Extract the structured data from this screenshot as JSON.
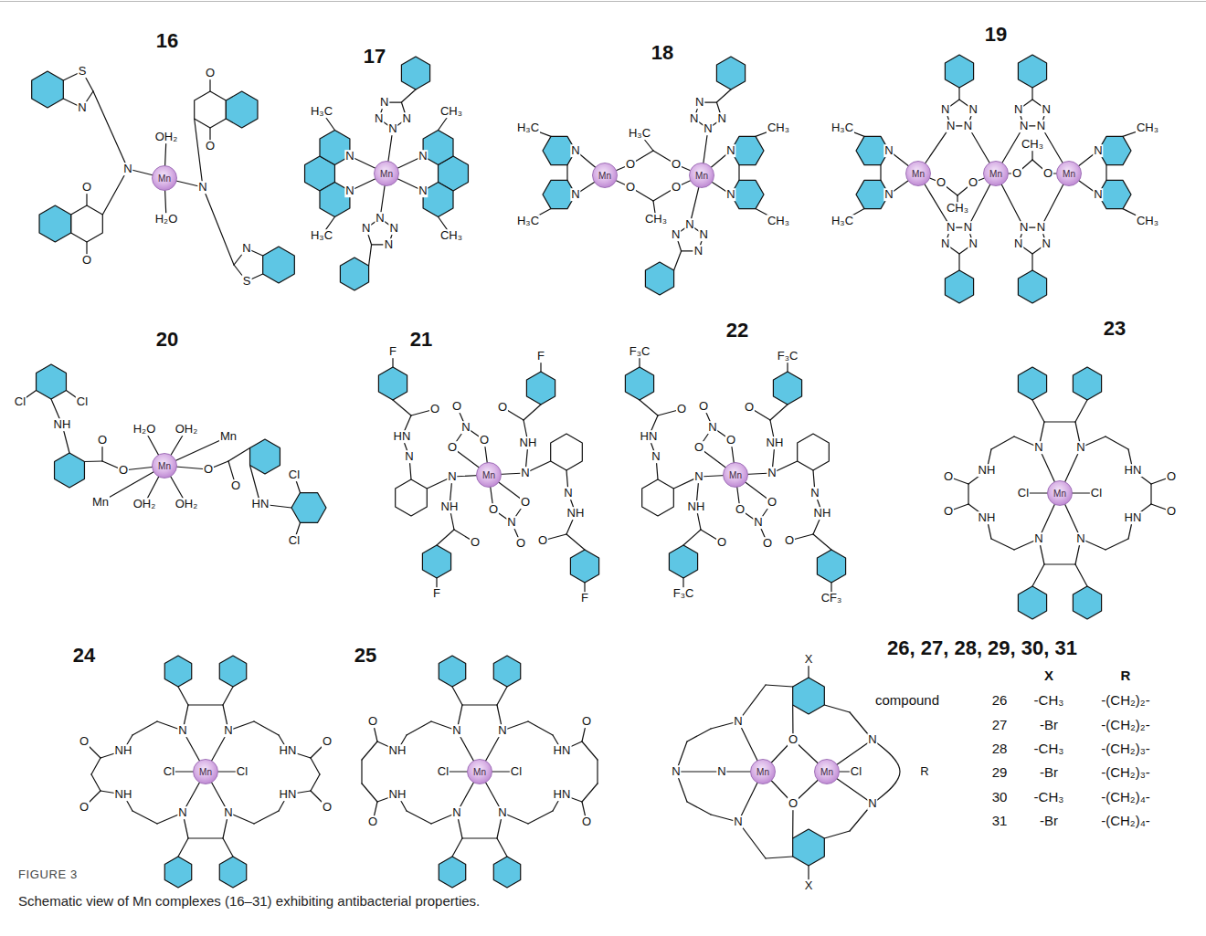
{
  "diagram": {
    "caption": "Schematic view of Mn complexes (16–31) exhibiting antibacterial properties.",
    "nodes": [
      {
        "text": [
          "Mn"
        ]
      },
      {
        "text": [
          "Mn"
        ]
      },
      {
        "text": [
          "Mn"
        ]
      },
      {
        "text": [
          "Mn"
        ]
      },
      {
        "text": [
          "Mn"
        ]
      },
      {
        "text": [
          "Mn"
        ]
      },
      {
        "text": [
          "Mn"
        ]
      },
      {
        "text": [
          "Mn"
        ]
      },
      {
        "text": [
          "Mn"
        ]
      },
      {
        "text": [
          "Mn"
        ]
      },
      {
        "text": [
          "Mn"
        ]
      },
      {
        "text": [
          "Mn"
        ]
      },
      {
        "text": [
          "Mn"
        ]
      },
      {
        "text": [
          "Mn"
        ]
      },
      {
        "text": [
          "Mn"
        ]
      }
    ],
    "labels": [
      "16",
      "S",
      "N",
      "N",
      "OH₂",
      "O",
      "O",
      "N",
      "H₂O",
      "O",
      "O",
      "N",
      "S",
      "17",
      "H₃C",
      "N",
      "N",
      "H₃C",
      "N",
      "N",
      "CH₃",
      "CH₃",
      "N",
      "N",
      "N",
      "N",
      "N",
      "N",
      "N",
      "N",
      "18",
      "H₃C",
      "N",
      "N",
      "H₃C",
      "H₃C",
      "O",
      "O",
      "O",
      "O",
      "CH₃",
      "N",
      "N",
      "N",
      "N",
      "N",
      "N",
      "N",
      "N",
      "N",
      "N",
      "CH₃",
      "CH₃",
      "19",
      "H₃C",
      "N",
      "N",
      "H₃C",
      "N",
      "N",
      "N",
      "N",
      "N",
      "N",
      "N",
      "N",
      "N",
      "N",
      "N",
      "N",
      "N",
      "N",
      "N",
      "N",
      "O",
      "O",
      "CH₃",
      "O",
      "O",
      "CH₃",
      "N",
      "N",
      "CH₃",
      "CH₃",
      "20",
      "Cl",
      "Cl",
      "NH",
      "O",
      "O",
      "H₂O",
      "OH₂",
      "OH₂",
      "OH₂",
      "Mn",
      "Mn",
      "O",
      "O",
      "HN",
      "Cl",
      "Cl",
      "21",
      "F",
      "O",
      "HN",
      "N",
      "N",
      "NH",
      "O",
      "F",
      "O",
      "N",
      "O",
      "O",
      "F",
      "O",
      "NH",
      "N",
      "N",
      "NH",
      "O",
      "F",
      "O",
      "N",
      "O",
      "O",
      "22",
      "F₃C",
      "O",
      "HN",
      "N",
      "N",
      "NH",
      "O",
      "F₃C",
      "O",
      "N",
      "O",
      "O",
      "CF₃",
      "O",
      "NH",
      "N",
      "N",
      "NH",
      "O",
      "F₃C",
      "O",
      "N",
      "O",
      "O",
      "23",
      "N",
      "N",
      "Cl",
      "Cl",
      "N",
      "N",
      "NH",
      "O",
      "O",
      "NH",
      "HN",
      "O",
      "O",
      "HN",
      "24",
      "N",
      "N",
      "Cl",
      "Cl",
      "N",
      "N",
      "NH",
      "O",
      "O",
      "NH",
      "HN",
      "O",
      "O",
      "HN",
      "25",
      "N",
      "N",
      "Cl",
      "Cl",
      "N",
      "N",
      "NH",
      "O",
      "O",
      "NH",
      "HN",
      "O",
      "O",
      "HN",
      "26, 27, 28, 29, 30, 31",
      "X",
      "N",
      "N",
      "N",
      "N",
      "O",
      "O",
      "N",
      "Cl",
      "N",
      "R",
      "X",
      "X",
      "R",
      "compound",
      "26",
      "-CH₃",
      "-(CH₂)₂-",
      "27",
      "-Br",
      "-(CH₂)₂-",
      "28",
      "-CH₃",
      "-(CH₂)₃-",
      "29",
      "-Br",
      "-(CH₂)₃-",
      "30",
      "-CH₃",
      "-(CH₂)₄-",
      "31",
      "-Br",
      "-(CH₂)₄-",
      "FIGURE 3"
    ]
  }
}
